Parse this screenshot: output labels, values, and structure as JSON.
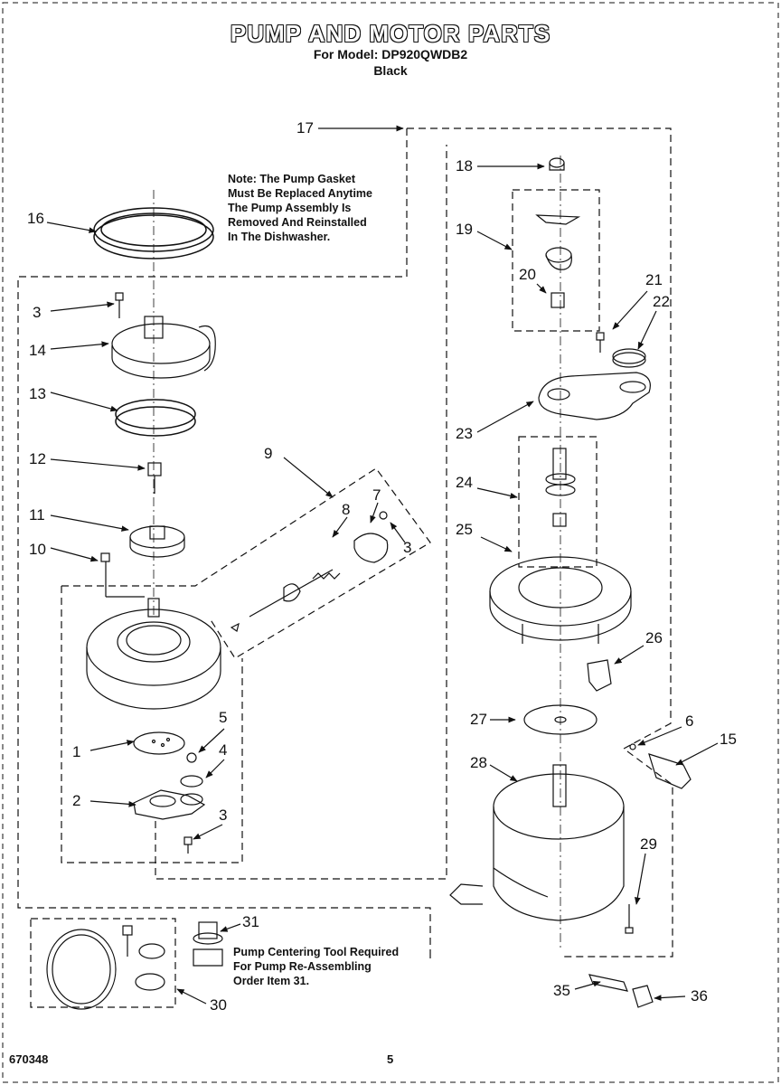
{
  "header": {
    "title": "PUMP AND MOTOR PARTS",
    "model_line": "For Model: DP920QWDB2",
    "color_line": "Black"
  },
  "notes": {
    "gasket_note": "Note: The Pump Gasket\nMust Be Replaced Anytime\nThe Pump Assembly Is\nRemoved And Reinstalled\nIn The Dishwasher.",
    "tool_note": "Pump Centering Tool Required\nFor Pump Re-Assembling\nOrder Item 31."
  },
  "part_labels": [
    "17",
    "16",
    "3",
    "14",
    "13",
    "12",
    "11",
    "10",
    "9",
    "8",
    "7",
    "3",
    "5",
    "4",
    "1",
    "2",
    "3",
    "18",
    "19",
    "20",
    "21",
    "22",
    "23",
    "24",
    "25",
    "26",
    "27",
    "6",
    "15",
    "28",
    "29",
    "31",
    "30",
    "35",
    "36"
  ],
  "footer": {
    "doc_number": "670348",
    "page_number": "5"
  }
}
